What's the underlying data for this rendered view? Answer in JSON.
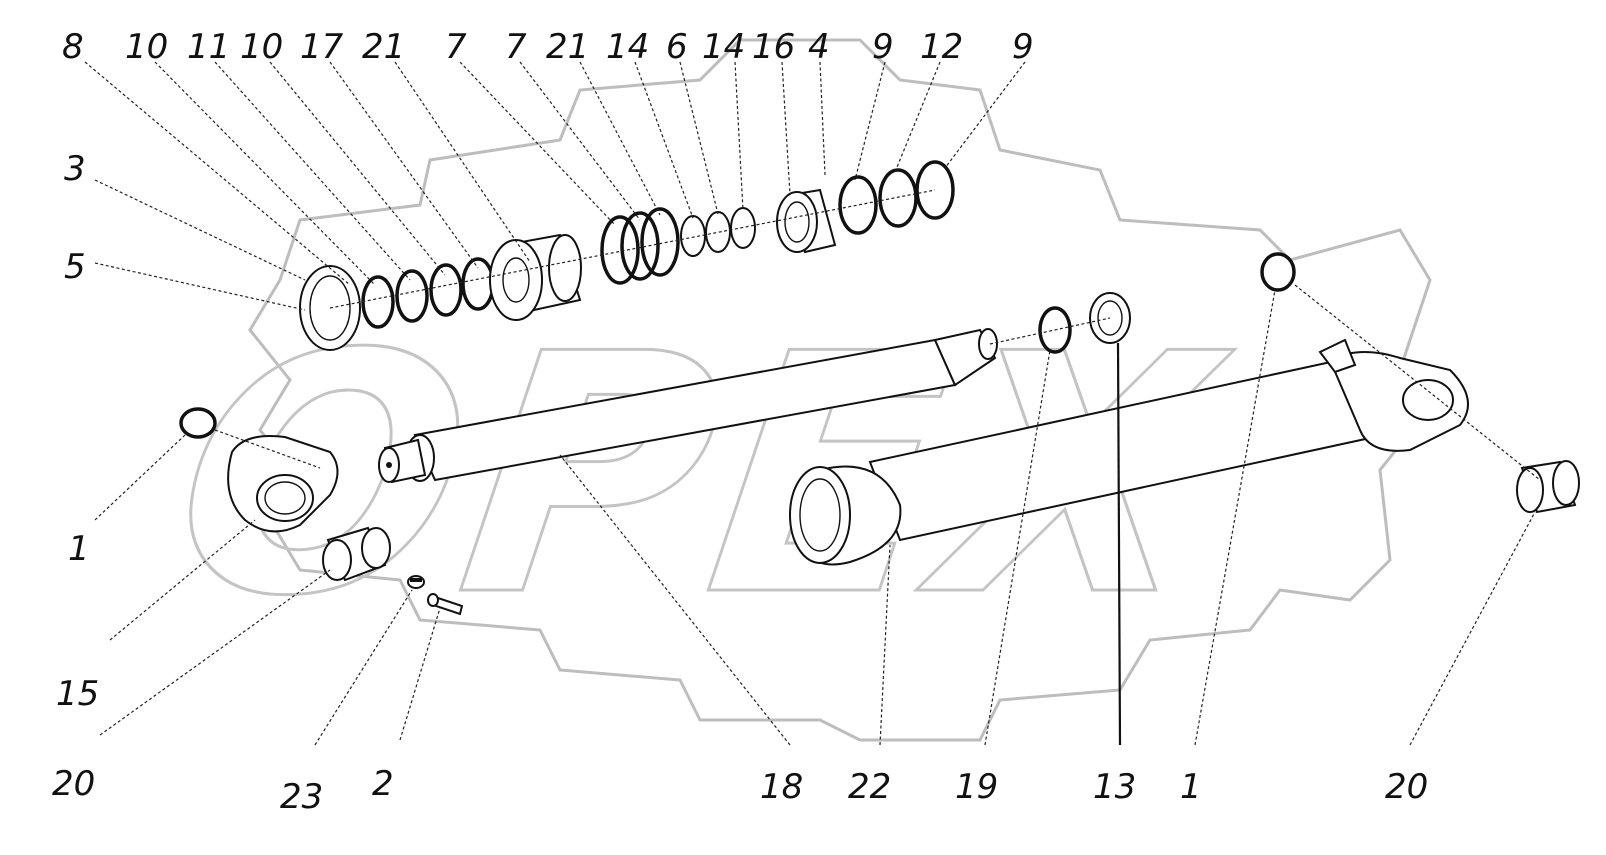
{
  "watermark": {
    "text": "ОРЕХ"
  },
  "callouts": [
    {
      "id": "c8",
      "label": "8"
    },
    {
      "id": "c10a",
      "label": "10"
    },
    {
      "id": "c11",
      "label": "11"
    },
    {
      "id": "c10b",
      "label": "10"
    },
    {
      "id": "c17",
      "label": "17"
    },
    {
      "id": "c21a",
      "label": "21"
    },
    {
      "id": "c7a",
      "label": "7"
    },
    {
      "id": "c7b",
      "label": "7"
    },
    {
      "id": "c21b",
      "label": "21"
    },
    {
      "id": "c14a",
      "label": "14"
    },
    {
      "id": "c6",
      "label": "6"
    },
    {
      "id": "c14b",
      "label": "14"
    },
    {
      "id": "c16",
      "label": "16"
    },
    {
      "id": "c4",
      "label": "4"
    },
    {
      "id": "c9a",
      "label": "9"
    },
    {
      "id": "c12",
      "label": "12"
    },
    {
      "id": "c9b",
      "label": "9"
    },
    {
      "id": "c3",
      "label": "3"
    },
    {
      "id": "c5",
      "label": "5"
    },
    {
      "id": "c1a",
      "label": "1"
    },
    {
      "id": "c15",
      "label": "15"
    },
    {
      "id": "c20a",
      "label": "20"
    },
    {
      "id": "c23",
      "label": "23"
    },
    {
      "id": "c2",
      "label": "2"
    },
    {
      "id": "c18",
      "label": "18"
    },
    {
      "id": "c22",
      "label": "22"
    },
    {
      "id": "c19",
      "label": "19"
    },
    {
      "id": "c13",
      "label": "13"
    },
    {
      "id": "c1b",
      "label": "1"
    },
    {
      "id": "c20b",
      "label": "20"
    }
  ]
}
